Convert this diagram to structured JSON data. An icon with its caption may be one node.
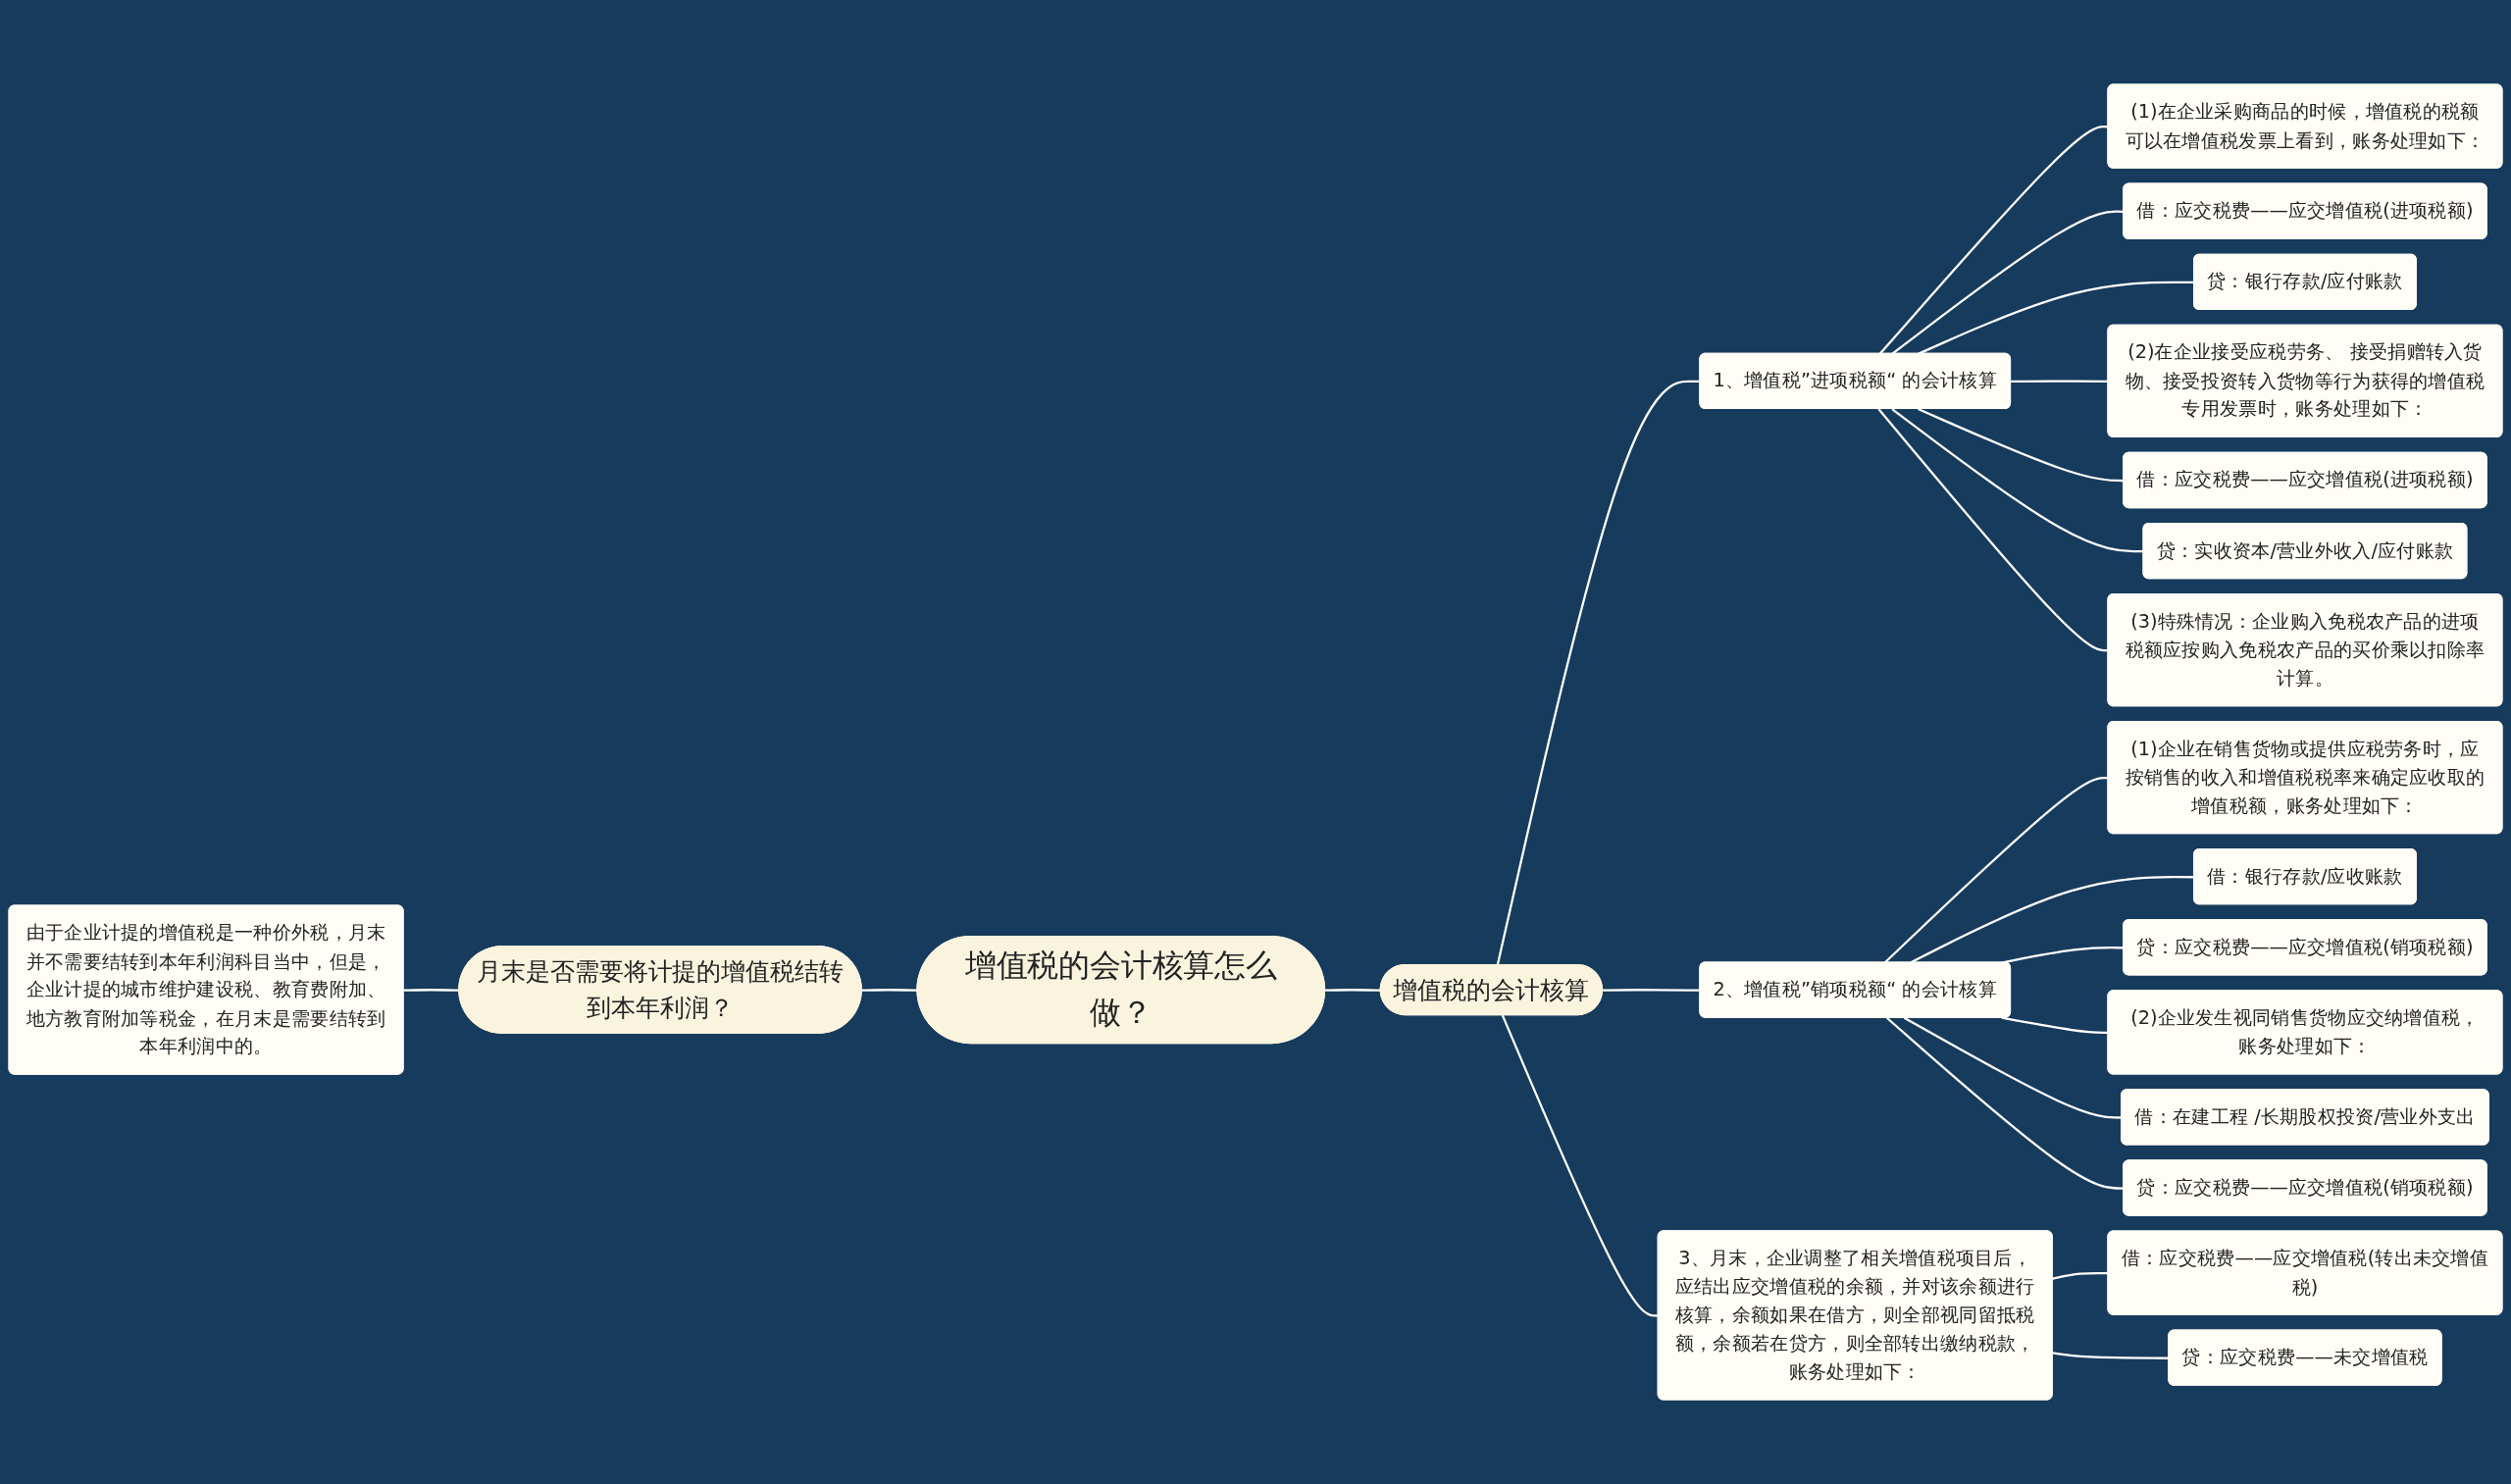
{
  "diagram": {
    "nodes": [
      {
        "text": [
          "增值税的会计核算怎么做？"
        ]
      },
      {
        "text": [
          "月末是否需要将计提的增值税结转到本年利润？"
        ]
      },
      {
        "text": [
          "由于企业计提的增值税是一种价外税，月末并不需要结转到本年利润科目当中，但是，企业计提的城市维护建设税、教育费附加、地方教育附加等税金，在月末是需要结转到本年利润中的。"
        ]
      },
      {
        "text": [
          "增值税的会计核算"
        ]
      },
      {
        "text": [
          "1、增值税”进项税额“ 的会计核算"
        ]
      },
      {
        "text": [
          "(1)在企业采购商品的时候，增值税的税额可以在增值税发票上看到，账务处理如下："
        ]
      },
      {
        "text": [
          "借：应交税费——应交增值税(进项税额)"
        ]
      },
      {
        "text": [
          "贷：银行存款/应付账款"
        ]
      },
      {
        "text": [
          "(2)在企业接受应税劳务、 接受捐赠转入货物、接受投资转入货物等行为获得的增值税专用发票时，账务处理如下："
        ]
      },
      {
        "text": [
          "借：应交税费——应交增值税(进项税额)"
        ]
      },
      {
        "text": [
          "贷：实收资本/营业外收入/应付账款"
        ]
      },
      {
        "text": [
          "(3)特殊情况：企业购入免税农产品的进项税额应按购入免税农产品的买价乘以扣除率计算。"
        ]
      },
      {
        "text": [
          "2、增值税”销项税额“ 的会计核算"
        ]
      },
      {
        "text": [
          "(1)企业在销售货物或提供应税劳务时，应按销售的收入和增值税税率来确定应收取的增值税额，账务处理如下："
        ]
      },
      {
        "text": [
          "借：银行存款/应收账款"
        ]
      },
      {
        "text": [
          "贷：应交税费——应交增值税(销项税额)"
        ]
      },
      {
        "text": [
          "(2)企业发生视同销售货物应交纳增值税，账务处理如下："
        ]
      },
      {
        "text": [
          "借：在建工程 /长期股权投资/营业外支出"
        ]
      },
      {
        "text": [
          "贷：应交税费——应交增值税(销项税额)"
        ]
      },
      {
        "text": [
          "3、月末，企业调整了相关增值税项目后，应结出应交增值税的余额，并对该余额进行核算，余额如果在借方，则全部视同留抵税额，余额若在贷方，则全部转出缴纳税款，账务处理如下："
        ]
      },
      {
        "text": [
          "借：应交税费——应交增值税(转出未交增值税)"
        ]
      },
      {
        "text": [
          "贷：应交税费——未交增值税"
        ]
      }
    ],
    "edges": [
      {
        "from": 0,
        "to": 1,
        "arrow": "none"
      },
      {
        "from": 1,
        "to": 2,
        "arrow": "none"
      },
      {
        "from": 0,
        "to": 3,
        "arrow": "none"
      },
      {
        "from": 3,
        "to": 4,
        "arrow": "none"
      },
      {
        "from": 4,
        "to": 5,
        "arrow": "none"
      },
      {
        "from": 4,
        "to": 6,
        "arrow": "none"
      },
      {
        "from": 4,
        "to": 7,
        "arrow": "none"
      },
      {
        "from": 4,
        "to": 8,
        "arrow": "none"
      },
      {
        "from": 4,
        "to": 9,
        "arrow": "none"
      },
      {
        "from": 4,
        "to": 10,
        "arrow": "none"
      },
      {
        "from": 4,
        "to": 11,
        "arrow": "none"
      },
      {
        "from": 3,
        "to": 12,
        "arrow": "none"
      },
      {
        "from": 12,
        "to": 13,
        "arrow": "none"
      },
      {
        "from": 12,
        "to": 14,
        "arrow": "none"
      },
      {
        "from": 12,
        "to": 15,
        "arrow": "none"
      },
      {
        "from": 12,
        "to": 16,
        "arrow": "none"
      },
      {
        "from": 12,
        "to": 17,
        "arrow": "none"
      },
      {
        "from": 12,
        "to": 18,
        "arrow": "none"
      },
      {
        "from": 3,
        "to": 19,
        "arrow": "none"
      },
      {
        "from": 19,
        "to": 20,
        "arrow": "none"
      },
      {
        "from": 19,
        "to": 21,
        "arrow": "none"
      }
    ]
  }
}
